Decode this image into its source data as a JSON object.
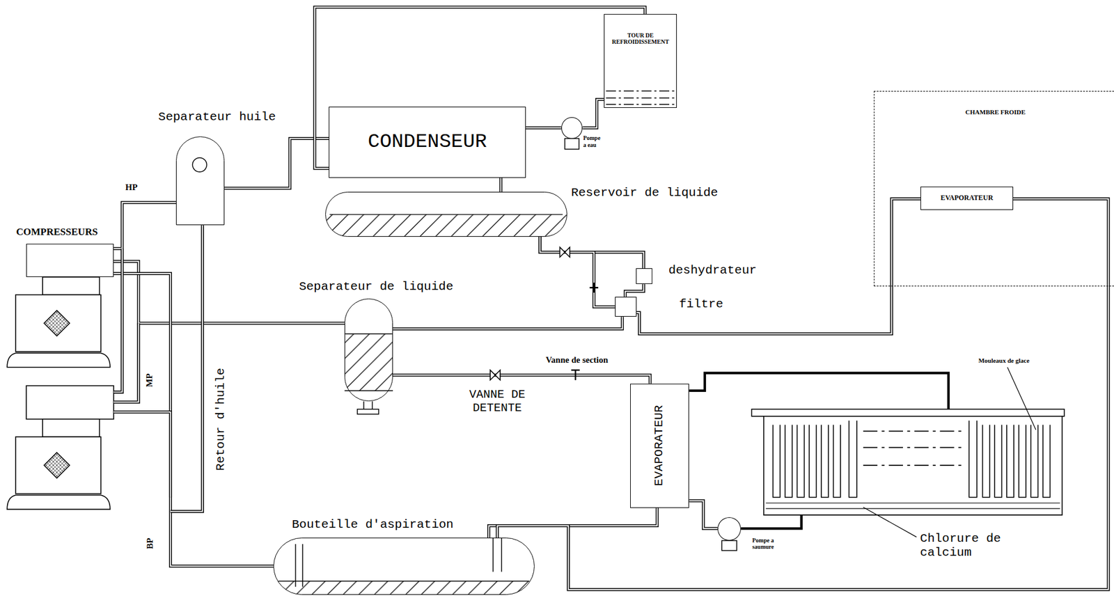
{
  "diagram": {
    "nodes": [
      {
        "text": [
          "TOUR DE REFROIDISSEMENT"
        ]
      },
      {
        "text": [
          "Separateur huile"
        ]
      },
      {
        "text": [
          "CONDENSEUR"
        ]
      },
      {
        "text": [
          "Pompe a eau"
        ]
      },
      {
        "text": [
          "Reservoir de liquide"
        ]
      },
      {
        "text": [
          "COMPRESSEURS"
        ]
      },
      {
        "text": [
          "deshydrateur"
        ]
      },
      {
        "text": [
          "filtre"
        ]
      },
      {
        "text": [
          "Separateur de liquide"
        ]
      },
      {
        "text": [
          "CHAMBRE FROIDE"
        ]
      },
      {
        "text": [
          "EVAPORATEUR"
        ],
        "in": 9
      },
      {
        "text": [
          "EVAPORATEUR"
        ]
      },
      {
        "text": [
          "Pompe a saumure"
        ]
      },
      {
        "text": [
          "Bouteille d'aspiration"
        ]
      }
    ],
    "edges": [
      {
        "from": 5,
        "to": 1,
        "arrow": "none"
      },
      {
        "from": 1,
        "to": 2,
        "arrow": "none"
      },
      {
        "from": 2,
        "to": 0,
        "arrow": "none"
      },
      {
        "from": 3,
        "to": 2,
        "arrow": "none"
      },
      {
        "from": 0,
        "to": 3,
        "arrow": "none"
      },
      {
        "from": 2,
        "to": 4,
        "arrow": "none"
      },
      {
        "from": 4,
        "to": 6,
        "arrow": "none"
      },
      {
        "from": 4,
        "to": 7,
        "arrow": "none"
      },
      {
        "from": 6,
        "to": 7,
        "arrow": "none"
      },
      {
        "from": 7,
        "to": 8,
        "arrow": "none"
      },
      {
        "from": 7,
        "to": 10,
        "arrow": "none"
      },
      {
        "from": 8,
        "to": 5,
        "arrow": "none"
      },
      {
        "from": 8,
        "to": 11,
        "arrow": "none"
      },
      {
        "from": 11,
        "to": 13,
        "arrow": "none"
      },
      {
        "from": 10,
        "to": 13,
        "arrow": "none"
      },
      {
        "from": 13,
        "to": 5,
        "arrow": "none"
      },
      {
        "from": 11,
        "to": 12,
        "arrow": "none"
      }
    ],
    "labels": [
      "HP",
      "MP",
      "BP",
      "Retour d'huile",
      "Vanne de section",
      "VANNE DE DETENTE",
      "Mouleaux de glace",
      "Chlorure de calcium"
    ]
  }
}
